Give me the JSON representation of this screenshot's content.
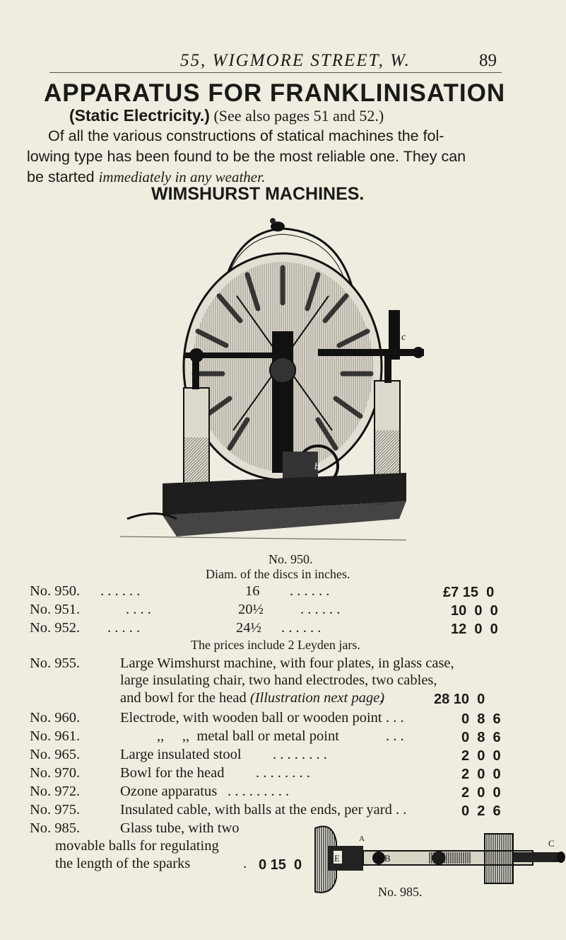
{
  "header": {
    "address": "55, WIGMORE STREET, W.",
    "page_number": "89"
  },
  "title": "APPARATUS FOR FRANKLINISATION",
  "subtitle": {
    "bold": "(Static Electricity.)",
    "note": "(See also pages 51 and 52.)"
  },
  "intro": {
    "line1": "Of all the various constructions of statical machines the fol-",
    "line2": "lowing type has been found to be the most reliable one.  They can",
    "line3_plain": "be started ",
    "line3_italic": "immediately in any weather."
  },
  "section_heading": "WIMSHURST MACHINES.",
  "figure1": {
    "caption": "No. 950."
  },
  "disc_header": "Diam. of the discs in inches.",
  "disc_rows": [
    {
      "no": "No. 950.",
      "dots1": ". . . . . .",
      "size": "16",
      "dots2": ". . . . . .",
      "price": "£7 15  0"
    },
    {
      "no": "No. 951.",
      "dots1": ". . . .",
      "size": "20½",
      "dots2": ". . . . . .",
      "price": "10  0  0"
    },
    {
      "no": "No. 952.",
      "dots1": ". . . . .",
      "size": "24½",
      "dots2": ". . . . . .",
      "price": "12  0  0"
    }
  ],
  "leyden_note": "The prices include 2 Leyden jars.",
  "item_955": {
    "no": "No. 955.",
    "line1": "Large Wimshurst machine, with four plates, in glass case,",
    "line2": "large insulating chair, two hand electrodes, two cables,",
    "line3": "and bowl for the head",
    "line3_italic": "(Illustration next page)",
    "price": "28 10  0"
  },
  "items": [
    {
      "no": "No. 960.",
      "desc": "Electrode, with wooden ball or wooden point",
      "dots": ".    .    .",
      "price": "0  8  6"
    },
    {
      "no": "No. 961.",
      "desc": ",,     ,,  metal ball or metal point",
      "dots": ".    .    .",
      "price": "0  8  6"
    },
    {
      "no": "No. 965.",
      "desc": "Large insulated stool",
      "dots": ".   .   .   .   .   .   .   .",
      "price": "2  0  0"
    },
    {
      "no": "No. 970.",
      "desc": "Bowl for the head",
      "dots": ".   .   .   .   .   .   .   .",
      "price": "2  0  0"
    },
    {
      "no": "No. 972.",
      "desc": "Ozone apparatus",
      "dots": ".   .   .   .   .   .   .   .   .",
      "price": "2  0  0"
    },
    {
      "no": "No. 975.",
      "desc": "Insulated cable, with balls at the ends, per yard",
      "dots": ".    .",
      "price": "0  2  6"
    }
  ],
  "item_985": {
    "no": "No. 985.",
    "line1": "Glass tube, with two",
    "line2": "movable balls for regulating",
    "line3": "the length of the sparks",
    "price": "0 15  0"
  },
  "figure2": {
    "caption": "No. 985.",
    "labels": {
      "a": "A",
      "b": "B",
      "c": "C",
      "e": "E"
    }
  },
  "figure1_labels": {
    "c": "c",
    "b": "b"
  }
}
